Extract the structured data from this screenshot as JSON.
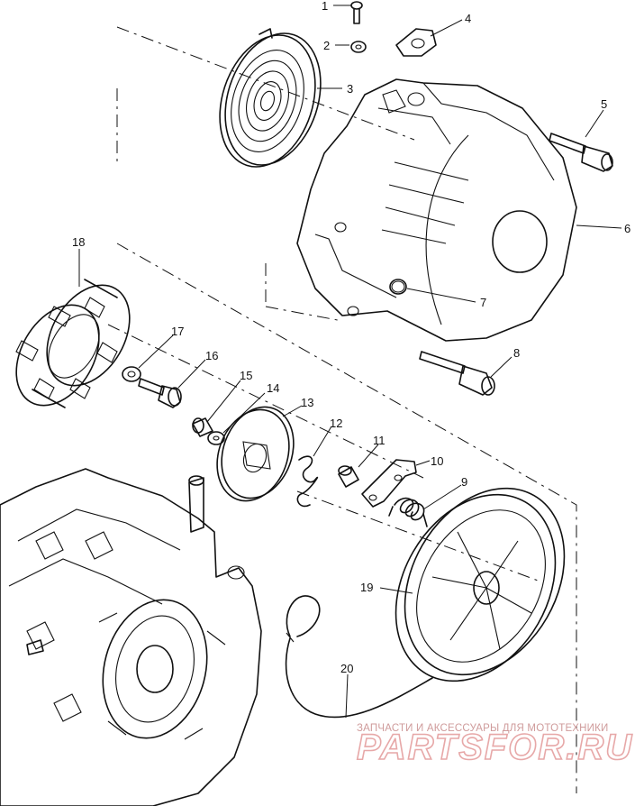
{
  "callouts": [
    "1",
    "2",
    "3",
    "4",
    "5",
    "6",
    "7",
    "8",
    "9",
    "10",
    "11",
    "12",
    "13",
    "14",
    "15",
    "16",
    "17",
    "18",
    "19",
    "20"
  ],
  "watermark": {
    "tagline": "ЗАПЧАСТИ И АКСЕССУАРЫ ДЛЯ МОТОТЕХНИКИ",
    "logo": "PARTSFOR.RU"
  }
}
